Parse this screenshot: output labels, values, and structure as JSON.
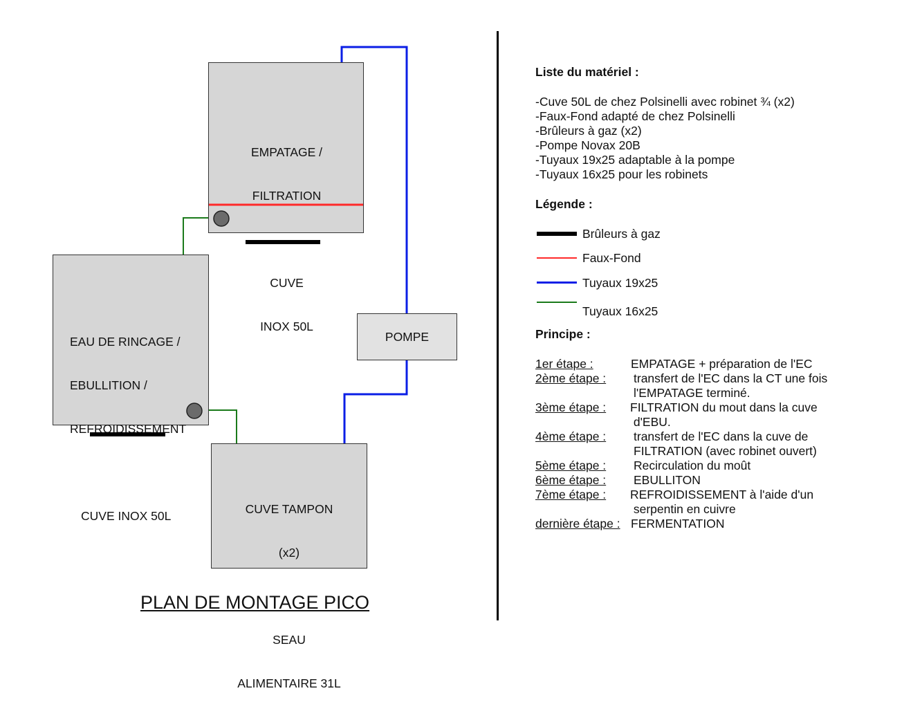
{
  "diagram": {
    "boxes": {
      "empatage": [
        "EMPATAGE /",
        "FILTRATION",
        "",
        "CUVE",
        "INOX 50L"
      ],
      "eau": [
        "EAU DE RINCAGE /",
        "EBULLITION /",
        "REFROIDISSEMENT",
        "",
        "CUVE INOX 50L"
      ],
      "pompe": "POMPE",
      "tampon": [
        "CUVE TAMPON",
        "(x2)",
        "",
        "SEAU",
        "ALIMENTAIRE 31L"
      ]
    },
    "title": "PLAN DE MONTAGE PICO"
  },
  "materiel": {
    "heading": "Liste du matériel :",
    "items": [
      "-Cuve 50L de chez Polsinelli avec robinet ¾ (x2)",
      "-Faux-Fond adapté de chez Polsinelli",
      "-Brûleurs à gaz (x2)",
      "-Pompe Novax 20B",
      "-Tuyaux 19x25 adaptable à la pompe",
      "-Tuyaux 16x25 pour les robinets"
    ]
  },
  "legende": {
    "heading": "Légende :",
    "items": [
      {
        "label": "Brûleurs à gaz",
        "color": "#000000"
      },
      {
        "label": "Faux-Fond",
        "color": "#ff2a2a"
      },
      {
        "label": "Tuyaux 19x25",
        "color": "#0a1ee6"
      },
      {
        "label": "Tuyaux 16x25",
        "color": "#1a7a1a"
      }
    ]
  },
  "principe": {
    "heading": "Principe :",
    "steps": [
      {
        "label": "1er étape :",
        "desc": "EMPATAGE + préparation de l'EC"
      },
      {
        "label": "2ème étape :",
        "desc": "transfert de l'EC dans la CT une fois\nl'EMPATAGE terminé."
      },
      {
        "label": "3ème étape :",
        "desc": "FILTRATION du mout dans la cuve\n d'EBU."
      },
      {
        "label": "4ème étape :",
        "desc": "transfert de l'EC dans la cuve de\nFILTRATION (avec robinet ouvert)"
      },
      {
        "label": "5ème étape :",
        "desc": "Recirculation du moût"
      },
      {
        "label": "6ème étape :",
        "desc": "EBULLITON"
      },
      {
        "label": "7ème étape :",
        "desc": "REFROIDISSEMENT à l'aide d'un\n serpentin en cuivre"
      },
      {
        "label": "dernière étape :",
        "desc": "FERMENTATION"
      }
    ]
  }
}
